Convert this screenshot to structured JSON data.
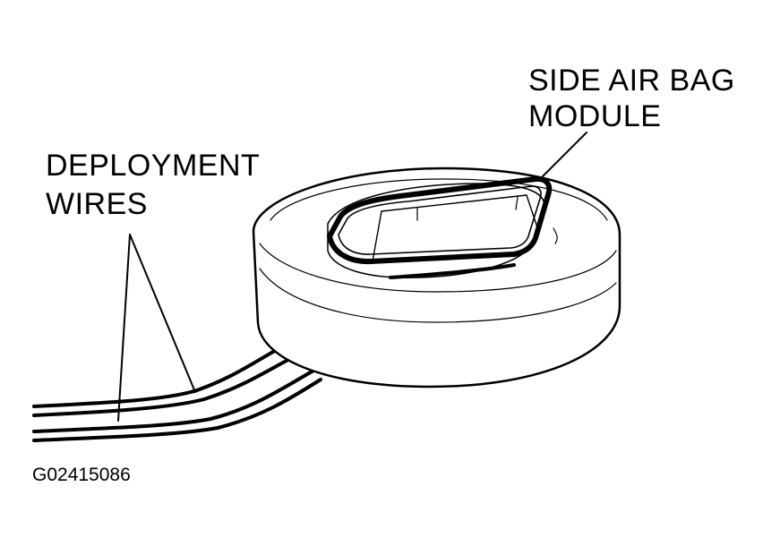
{
  "labels": {
    "module_line1": "SIDE AIR BAG",
    "module_line2": "MODULE",
    "wires_line1": "DEPLOYMENT",
    "wires_line2": "WIRES",
    "figure_id": "G02415086"
  },
  "colors": {
    "ink": "#000000",
    "paper": "#ffffff"
  }
}
